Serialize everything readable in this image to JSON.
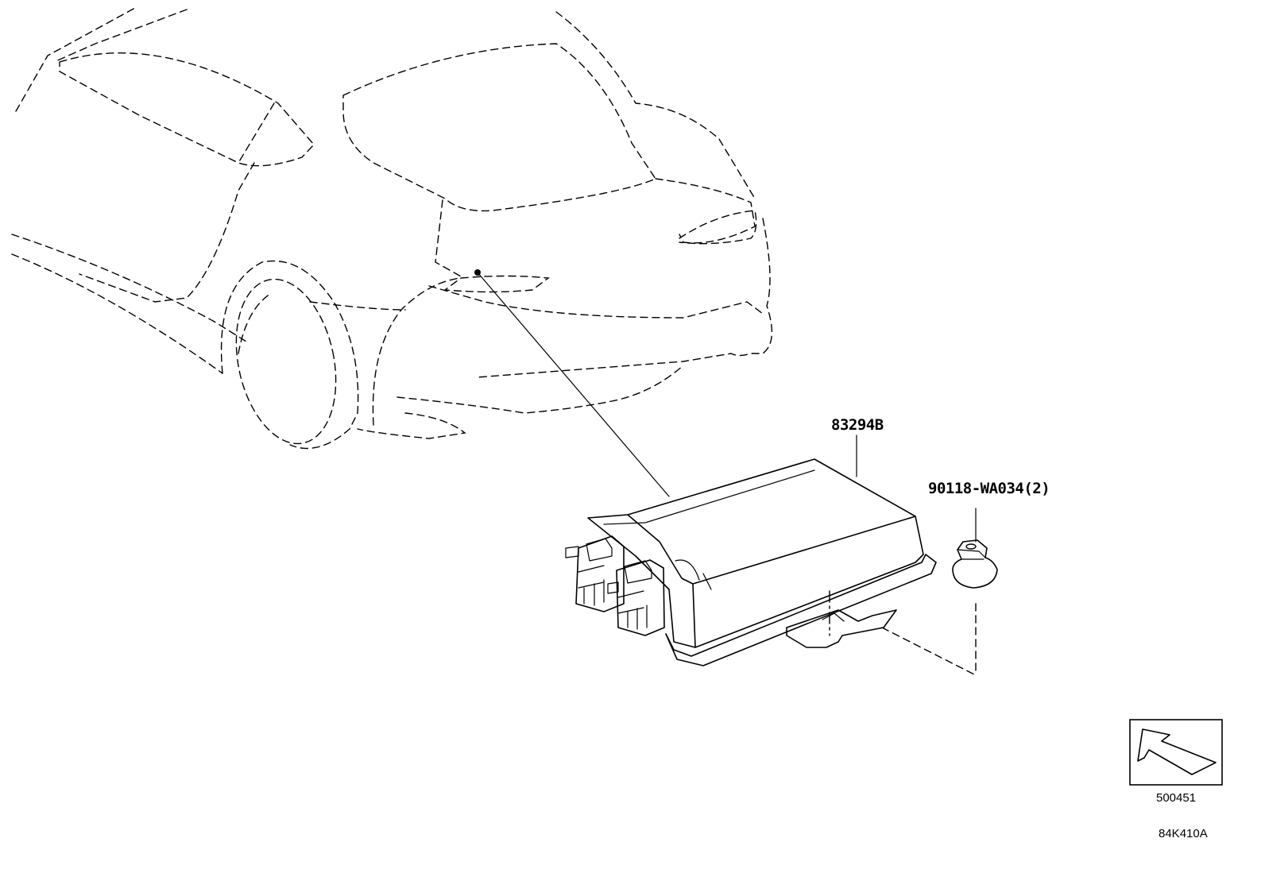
{
  "parts": {
    "module_part_number": "83294B",
    "nut_part_number": "90118-WA034(2)"
  },
  "orientation_box": {
    "icon": "front-direction-arrow-icon",
    "code": "500451"
  },
  "illustration_code": "84K410A"
}
